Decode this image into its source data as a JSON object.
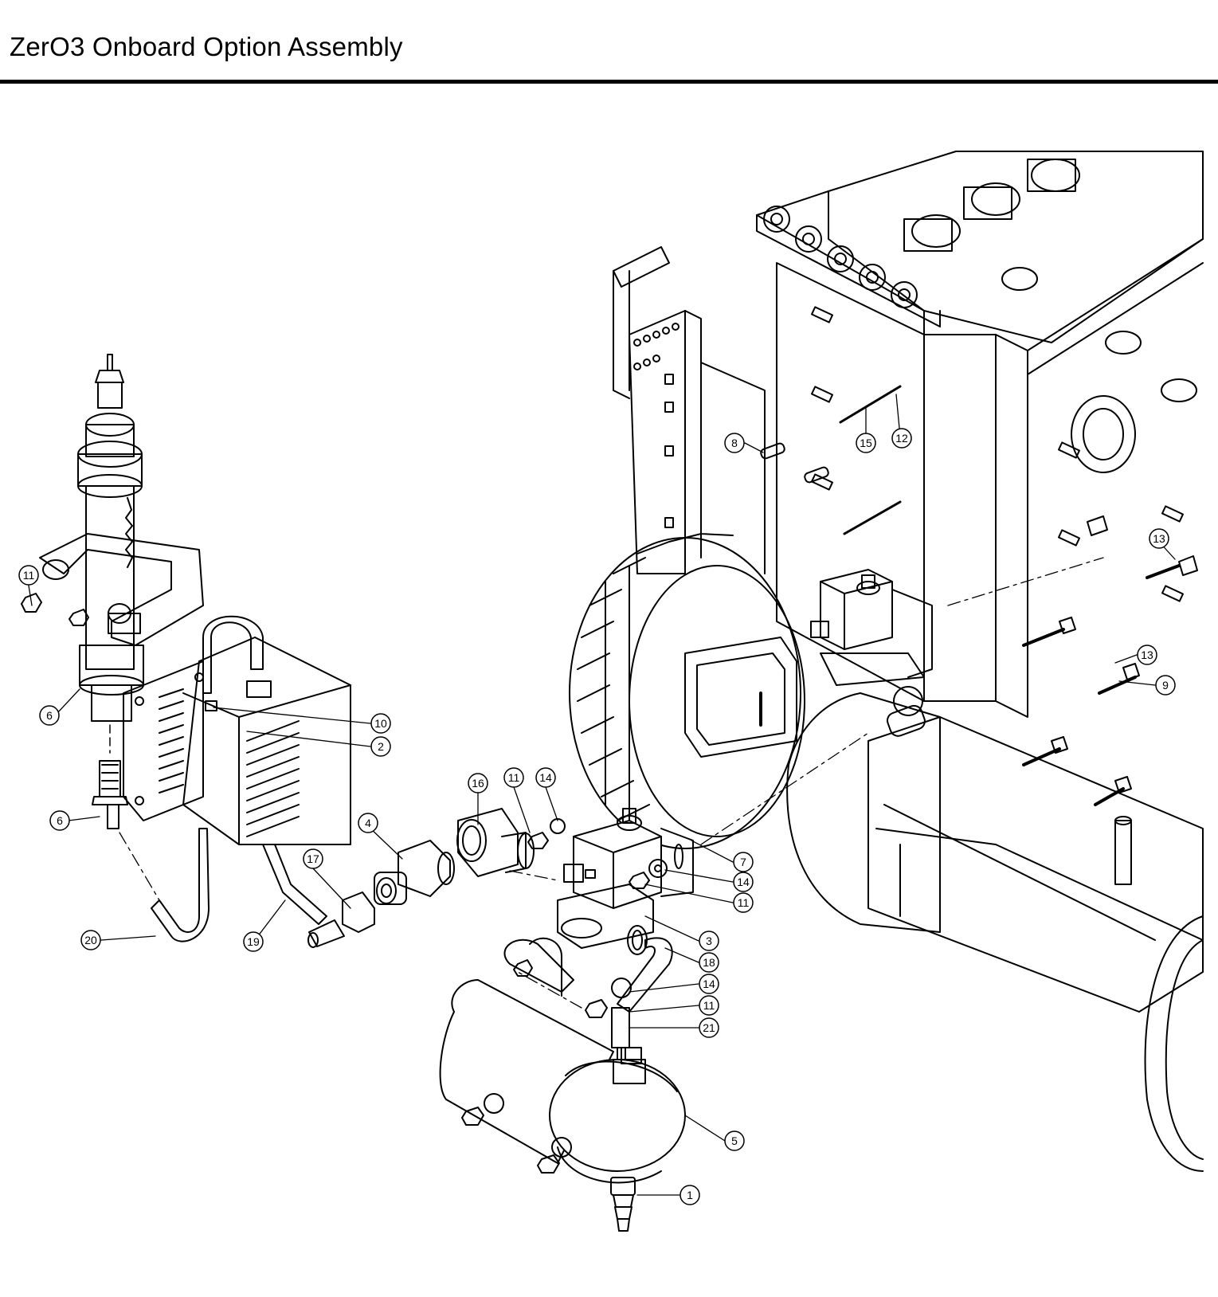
{
  "title": "ZerO3 Onboard Option Assembly",
  "colors": {
    "ink": "#000000",
    "paper": "#ffffff"
  },
  "callouts": [
    {
      "label": "11"
    },
    {
      "label": "6"
    },
    {
      "label": "6"
    },
    {
      "label": "10"
    },
    {
      "label": "2"
    },
    {
      "label": "20"
    },
    {
      "label": "19"
    },
    {
      "label": "17"
    },
    {
      "label": "4"
    },
    {
      "label": "16"
    },
    {
      "label": "11"
    },
    {
      "label": "14"
    },
    {
      "label": "7"
    },
    {
      "label": "14"
    },
    {
      "label": "11"
    },
    {
      "label": "3"
    },
    {
      "label": "18"
    },
    {
      "label": "14"
    },
    {
      "label": "11"
    },
    {
      "label": "21"
    },
    {
      "label": "5"
    },
    {
      "label": "1"
    },
    {
      "label": "8"
    },
    {
      "label": "15"
    },
    {
      "label": "12"
    },
    {
      "label": "13"
    },
    {
      "label": "13"
    },
    {
      "label": "9"
    }
  ]
}
